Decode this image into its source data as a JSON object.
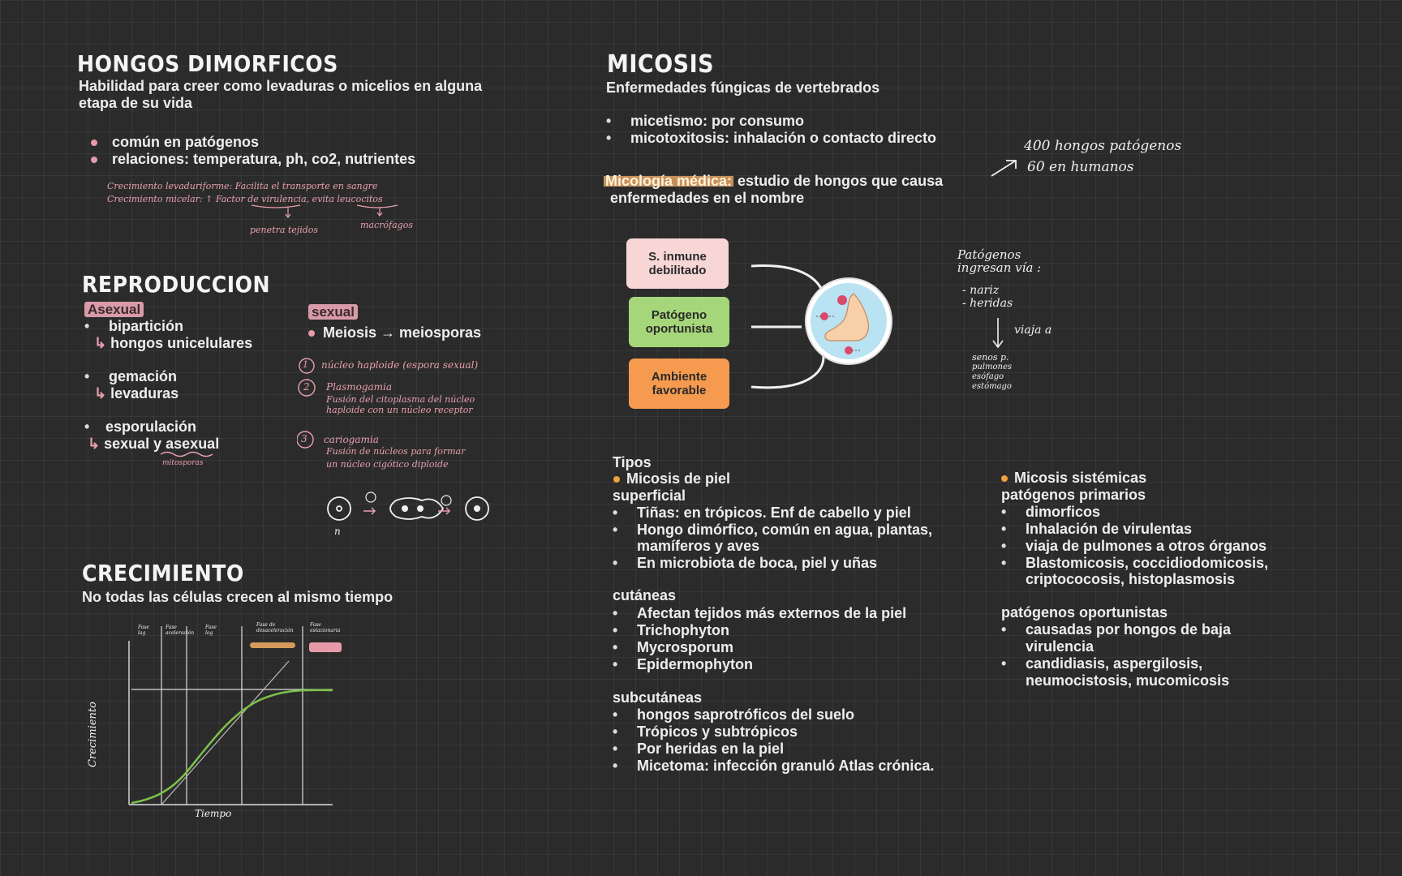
{
  "hongos": {
    "title": "HONGOS DIMORFICOS",
    "desc1": "Habilidad para creer como levaduras o micelios en alguna",
    "desc2": "etapa de su vida",
    "bullets": [
      "común en patógenos",
      "relaciones: temperatura, ph, co2, nutrientes"
    ],
    "note1": "Crecimiento levaduriforme: Facilita el transporte en sangre",
    "note2": "Crecimiento micelar: ↑ Factor de virulencia, evita leucocitos",
    "note3": "penetra tejidos",
    "note4": "macrófagos"
  },
  "reproduccion": {
    "title": "REPRODUCCION",
    "asexual_label": "Asexual",
    "a1": "bipartición",
    "a1b": "hongos unicelulares",
    "a2": "gemación",
    "a2b": "levaduras",
    "a3": "esporulación",
    "a3b": "sexual y asexual",
    "a3c": "mitosporas",
    "sexual_label": "sexual",
    "s1": "Meiosis → meiosporas",
    "n1": "núcleo haploide (espora sexual)",
    "n2a": "Plasmogamia",
    "n2b": "Fusión del citoplasma del núcleo",
    "n2c": "haploide con un núcleo receptor",
    "n3a": "cariogamia",
    "n3b": "Fusión de núcleos para formar",
    "n3c": "un núcleo cigótico diploide",
    "circle_label": "n",
    "step1": "1",
    "step2": "2",
    "step3": "3"
  },
  "crecimiento": {
    "title": "CRECIMIENTO",
    "desc": "No todas las células crecen al mismo tiempo",
    "ylabel": "Crecimiento",
    "xlabel": "Tiempo",
    "phases": [
      "Fase lag",
      "Fase aceleración",
      "Fase log",
      "Fase de desaceleración",
      "Fase estacionaria"
    ]
  },
  "micosis": {
    "title": "MICOSIS",
    "desc": "Enfermedades fúngicas de vertebrados",
    "bullets": [
      "micetismo: por consumo",
      "micotoxitosis: inhalación o contacto directo"
    ],
    "hand1": "400 hongos patógenos",
    "hand2": "60 en humanos",
    "micologia_hl": "Micología médica:",
    "micologia_rest": " estudio de hongos que causa",
    "micologia_rest2": "enfermedades en el nombre",
    "box1": "S. inmune debilitado",
    "box2": "Patógeno oportunista",
    "box3": "Ambiente favorable",
    "ingresan1": "Patógenos",
    "ingresan2": "ingresan vía :",
    "via1": "- nariz",
    "via2": "- heridas",
    "viaja": "viaja a",
    "senos1": "senos p.",
    "senos2": "pulmones",
    "senos3": "esófago",
    "senos4": "estómago"
  },
  "tipos": {
    "title": "Tipos",
    "piel": "Micosis de piel",
    "superficial": "superficial",
    "sup_items": [
      "Tiñas: en trópicos. Enf de cabello y piel",
      "Hongo dimórfico, común en agua, plantas,",
      "En microbiota de boca, piel y uñas"
    ],
    "sup_item2b": "mamíferos y aves",
    "cutaneas": "cutáneas",
    "cut_items": [
      "Afectan tejidos más externos de la piel",
      "Trichophyton",
      "Mycrosporum",
      "Epidermophyton"
    ],
    "subcutaneas": "subcutáneas",
    "sub_items": [
      "hongos saprotróficos del suelo",
      "Trópicos y subtrópicos",
      "Por heridas en la piel",
      "Micetoma: infección granuló Atlas crónica."
    ],
    "sistemicas": "Micosis sistémicas",
    "primarios": "patógenos primarios",
    "prim_items": [
      "dimorficos",
      "Inhalación de virulentas",
      "viaja de pulmones a otros órganos",
      "Blastomicosis, coccidiodomicosis,"
    ],
    "prim_item4b": "criptococosis, histoplasmosis",
    "oportunistas": "patógenos oportunistas",
    "op_items": [
      "causadas por hongos de baja",
      "candidiasis, aspergilosis,"
    ],
    "op_item1b": "virulencia",
    "op_item2b": "neumocistosis, mucomicosis"
  },
  "colors": {
    "background": "#2b2b2b",
    "pink": "#e69aa8",
    "box_pink": "#f8d6d6",
    "box_green": "#a6d67a",
    "box_orange": "#f59a4e",
    "curve_green": "#7cc14a"
  }
}
